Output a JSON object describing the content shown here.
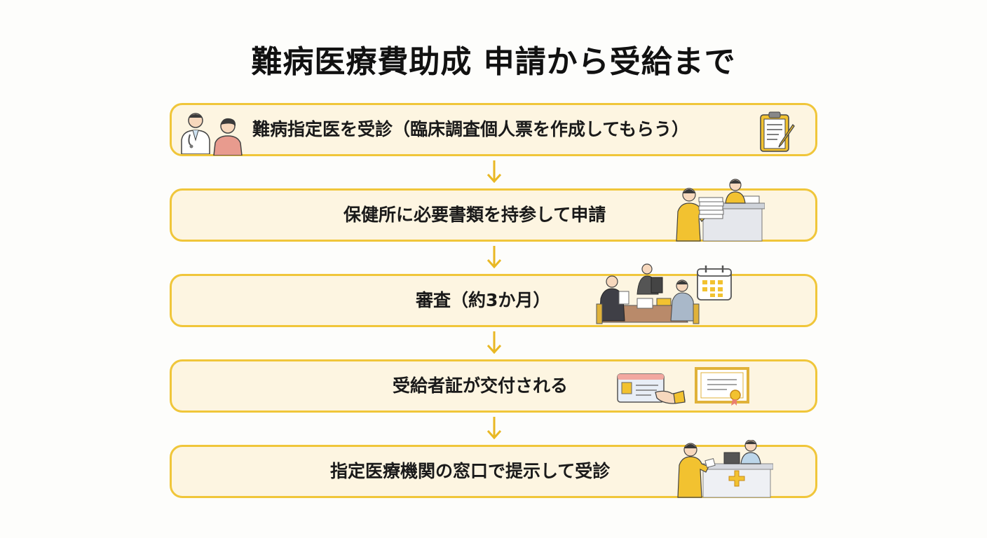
{
  "title": "難病医療費助成 申請から受給まで",
  "steps": [
    {
      "label": "難病指定医を受診（臨床調査個人票を作成してもらう）",
      "icons": [
        "doctor-icon",
        "patient-icon",
        "clipboard-icon"
      ]
    },
    {
      "label": "保健所に必要書類を持参して申請",
      "icons": [
        "counter-staff-icon",
        "document-stack-icon"
      ]
    },
    {
      "label": "審査（約3か月）",
      "icons": [
        "review-meeting-icon",
        "calendar-icon"
      ]
    },
    {
      "label": "受給者証が交付される",
      "icons": [
        "id-card-icon",
        "certificate-icon"
      ]
    },
    {
      "label": "指定医療機関の窓口で提示して受診",
      "icons": [
        "reception-desk-icon"
      ]
    }
  ],
  "colors": {
    "accent": "#f0c63a",
    "box_fill": "#fdf5e1",
    "arrow": "#e9b824",
    "figure_yellow": "#f2c230"
  }
}
